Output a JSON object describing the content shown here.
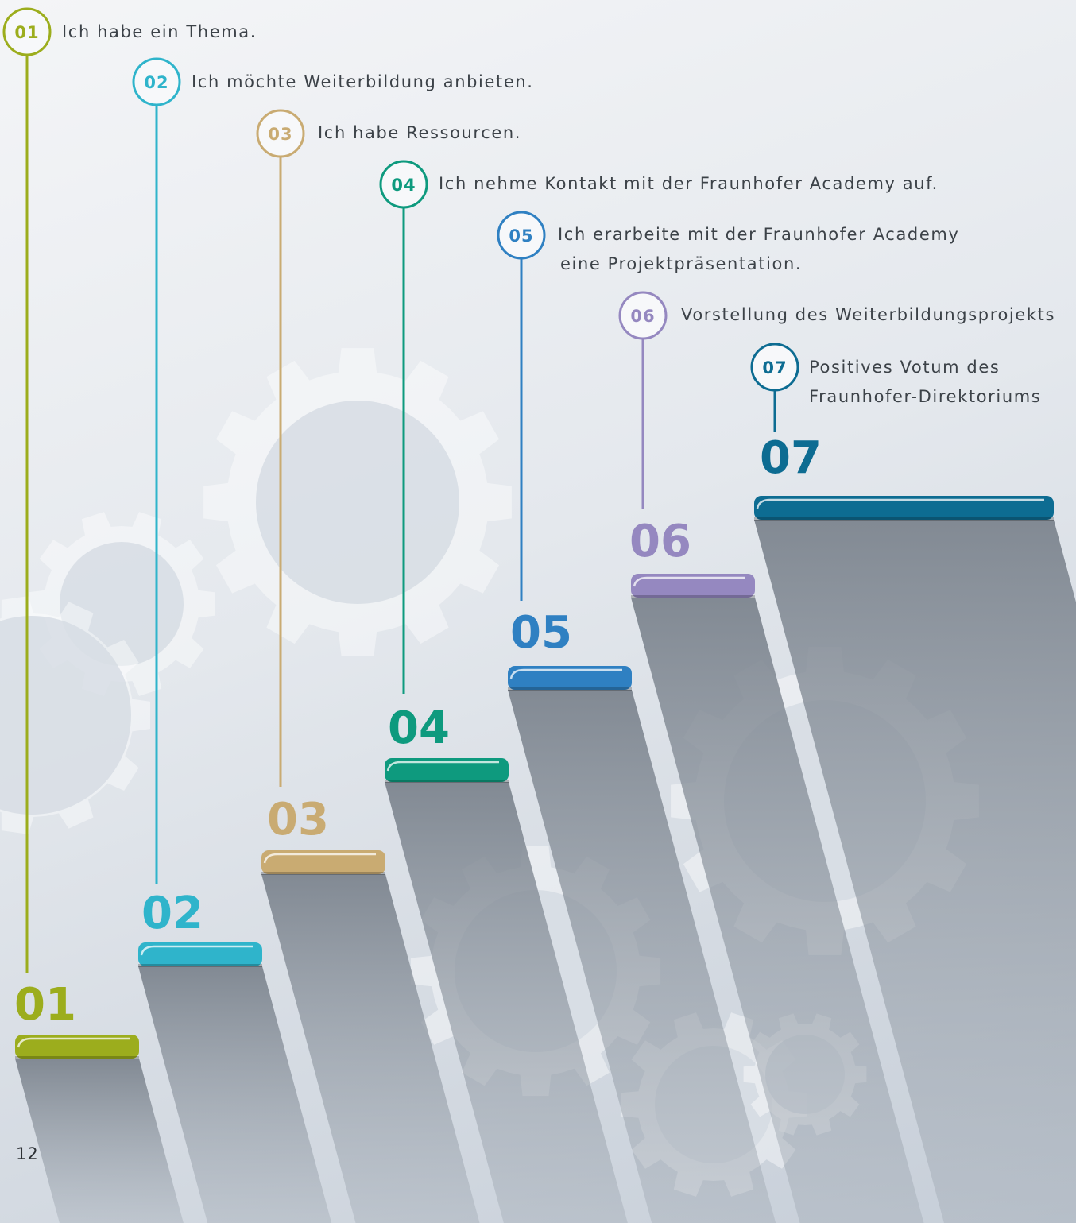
{
  "colors": {
    "01": "#9cad1d",
    "02": "#2fb4cb",
    "03": "#c9ab72",
    "04": "#0e9a7e",
    "05": "#2f80c2",
    "06": "#9588c0",
    "07": "#0d6c92"
  },
  "steps": [
    {
      "num": "01",
      "text": [
        "Ich habe ein Thema."
      ]
    },
    {
      "num": "02",
      "text": [
        "Ich möchte Weiterbildung anbieten."
      ]
    },
    {
      "num": "03",
      "text": [
        "Ich habe Ressourcen."
      ]
    },
    {
      "num": "04",
      "text": [
        "Ich nehme Kontakt mit der Fraunhofer Academy auf."
      ]
    },
    {
      "num": "05",
      "text": [
        "Ich erarbeite mit der Fraunhofer Academy",
        "eine Projektpräsentation."
      ]
    },
    {
      "num": "06",
      "text": [
        "Vorstellung des Weiterbildungsprojekts"
      ]
    },
    {
      "num": "07",
      "text": [
        "Positives Votum des",
        "Fraunhofer-Direktoriums"
      ]
    }
  ],
  "page_number": "12",
  "icons": [
    "gear-icon"
  ]
}
